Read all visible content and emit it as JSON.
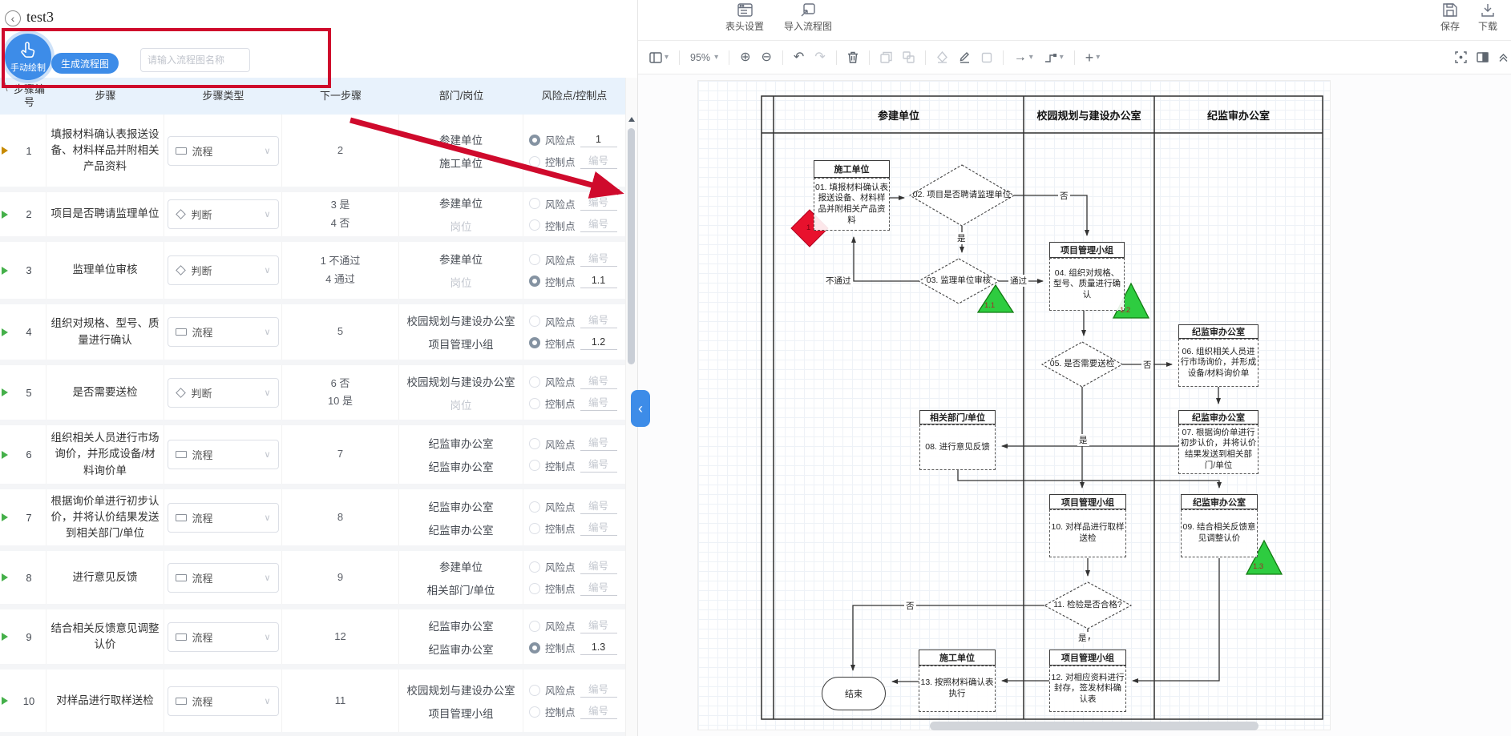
{
  "window": {
    "title": "test3"
  },
  "icons": {
    "caret_down": "▾",
    "chevron_down": "∨",
    "chevron_left": "‹",
    "corner": "\\",
    "zoom_in": "⊕",
    "zoom_out": "⊖",
    "undo": "↶",
    "redo": "↷",
    "arrow_right": "→",
    "plus": "+"
  },
  "header": {
    "table_settings": "表头设置",
    "import_flowchart": "导入流程图",
    "save": "保存",
    "download": "下载"
  },
  "controls": {
    "manual_draw": "手动绘制",
    "generate_flowchart": "生成流程图",
    "name_placeholder": "请输入流程图名称"
  },
  "toolbar": {
    "zoom_level": "95%"
  },
  "table": {
    "headers": [
      "步骤编号",
      "步骤",
      "步骤类型",
      "下一步骤",
      "部门/岗位",
      "风险点/控制点"
    ],
    "risk_label": "风险点",
    "control_label": "控制点",
    "rows": [
      {
        "no": "1",
        "step": "填报材料确认表报送设备、材料样品并附相关产品资料",
        "type": "流程",
        "next": [
          "2"
        ],
        "dept": [
          "参建单位",
          "施工单位"
        ],
        "risk_value": "1",
        "control_value": "编号"
      },
      {
        "no": "2",
        "step": "项目是否聘请监理单位",
        "type": "判断",
        "next": [
          "3 是",
          "4 否"
        ],
        "dept": [
          "参建单位",
          "岗位"
        ],
        "risk_value": "编号",
        "control_value": "编号"
      },
      {
        "no": "3",
        "step": "监理单位审核",
        "type": "判断",
        "next": [
          "1 不通过",
          "4 通过"
        ],
        "dept": [
          "参建单位",
          "岗位"
        ],
        "risk_value": "编号",
        "control_value": "1.1"
      },
      {
        "no": "4",
        "step": "组织对规格、型号、质量进行确认",
        "type": "流程",
        "next": [
          "5"
        ],
        "dept": [
          "校园规划与建设办公室",
          "项目管理小组"
        ],
        "risk_value": "编号",
        "control_value": "1.2"
      },
      {
        "no": "5",
        "step": "是否需要送检",
        "type": "判断",
        "next": [
          "6 否",
          "10 是"
        ],
        "dept": [
          "校园规划与建设办公室",
          "岗位"
        ],
        "risk_value": "编号",
        "control_value": "编号"
      },
      {
        "no": "6",
        "step": "组织相关人员进行市场询价，并形成设备/材料询价单",
        "type": "流程",
        "next": [
          "7"
        ],
        "dept": [
          "纪监审办公室",
          "纪监审办公室"
        ],
        "risk_value": "编号",
        "control_value": "编号"
      },
      {
        "no": "7",
        "step": "根据询价单进行初步认价，并将认价结果发送到相关部门/单位",
        "type": "流程",
        "next": [
          "8"
        ],
        "dept": [
          "纪监审办公室",
          "纪监审办公室"
        ],
        "risk_value": "编号",
        "control_value": "编号"
      },
      {
        "no": "8",
        "step": "进行意见反馈",
        "type": "流程",
        "next": [
          "9"
        ],
        "dept": [
          "参建单位",
          "相关部门/单位"
        ],
        "risk_value": "编号",
        "control_value": "编号"
      },
      {
        "no": "9",
        "step": "结合相关反馈意见调整认价",
        "type": "流程",
        "next": [
          "12"
        ],
        "dept": [
          "纪监审办公室",
          "纪监审办公室"
        ],
        "risk_value": "编号",
        "control_value": "1.3"
      },
      {
        "no": "10",
        "step": "对样品进行取样送检",
        "type": "流程",
        "next": [
          "11"
        ],
        "dept": [
          "校园规划与建设办公室",
          "项目管理小组"
        ],
        "risk_value": "编号",
        "control_value": "编号"
      }
    ]
  },
  "flowchart": {
    "lanes": [
      "参建单位",
      "校园规划与建设办公室",
      "纪监审办公室"
    ],
    "nodes": {
      "n01": {
        "role": "施工单位",
        "text": "01. 填报材料确认表报送设备、材料样品并附相关产品资料"
      },
      "d02": {
        "text": "02. 项目是否聘请监理单位"
      },
      "d03": {
        "text": "03. 监理单位审核"
      },
      "n04": {
        "role": "项目管理小组",
        "text": "04. 组织对规格、型号、质量进行确认"
      },
      "d05": {
        "text": "05. 是否需要送检"
      },
      "n06": {
        "role": "纪监审办公室",
        "text": "06. 组织相关人员进行市场询价，并形成设备/材料询价单"
      },
      "n07": {
        "role": "纪监审办公室",
        "text": "07. 根据询价单进行初步认价，并将认价结果发送到相关部门/单位"
      },
      "n08": {
        "role": "相关部门/单位",
        "text": "08. 进行意见反馈"
      },
      "n09": {
        "role": "纪监审办公室",
        "text": "09. 结合相关反馈意见调整认价"
      },
      "n10": {
        "role": "项目管理小组",
        "text": "10. 对样品进行取样送检"
      },
      "d11": {
        "text": "11. 检验是否合格?"
      },
      "n12": {
        "role": "项目管理小组",
        "text": "12. 对相应资料进行封存，签发材料确认表"
      },
      "n13": {
        "role": "施工单位",
        "text": "13. 按照材料确认表执行"
      },
      "end": {
        "text": "结束"
      }
    },
    "edge_labels": {
      "e02_yes": "是",
      "e03_fail": "不通过",
      "e03_pass": "通过",
      "e02_no": "否",
      "e05_no": "否",
      "e05_yes": "是",
      "e11_no": "否",
      "e11_yes": "是"
    },
    "markers": {
      "risk": "1",
      "c11": "1.1",
      "c12": "1.2",
      "c13": "1.3"
    }
  },
  "colors": {
    "accent_blue": "#3d8ce8",
    "annotation_red": "#cf0a2c",
    "risk_red": "#e8112d",
    "marker_green": "#2ecc40",
    "row1_marker": "#c78a00",
    "header_bg": "#e8f2fc",
    "radio_selected": "#8593a2"
  }
}
